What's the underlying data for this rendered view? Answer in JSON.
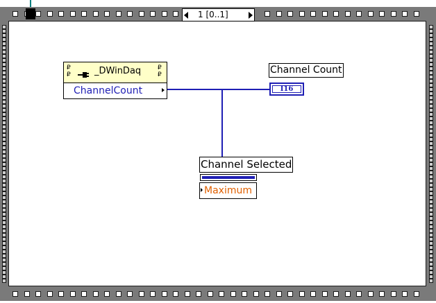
{
  "sequence": {
    "frame_label": "1 [0..1]"
  },
  "property_node": {
    "class_name": "_DWinDaq",
    "property": "ChannelCount"
  },
  "indicator": {
    "label": "Channel Count",
    "type": "I16"
  },
  "ring": {
    "label": "Channel Selected",
    "value": "Maximum"
  },
  "colors": {
    "frame_gray": "#7a7a7a",
    "refnum_wire": "#008080",
    "integer_wire": "#1e1eb4",
    "enum_text": "#e06000"
  }
}
